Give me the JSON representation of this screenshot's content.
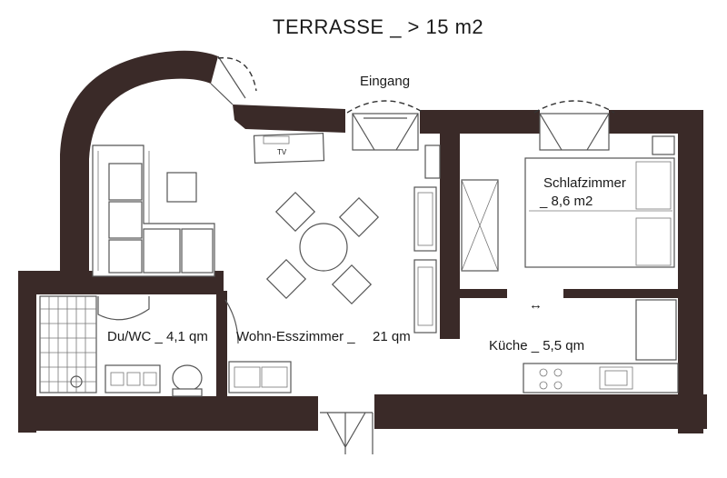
{
  "plan": {
    "title": "TERRASSE _ > 15 m2",
    "entrance_label": "Eingang",
    "tv_label": "TV",
    "rooms": {
      "bedroom_name": "Schlafzimmer",
      "bedroom_area": "_ 8,6 m2",
      "bathroom": "Du/WC _ 4,1 qm",
      "living": "Wohn-Esszimmer _",
      "living_area": "21 qm",
      "kitchen": "Küche _ 5,5 qm"
    },
    "arrow_symbol": "↔",
    "colors": {
      "wall": "#3a2a28",
      "line": "#555555",
      "background": "#ffffff"
    }
  }
}
